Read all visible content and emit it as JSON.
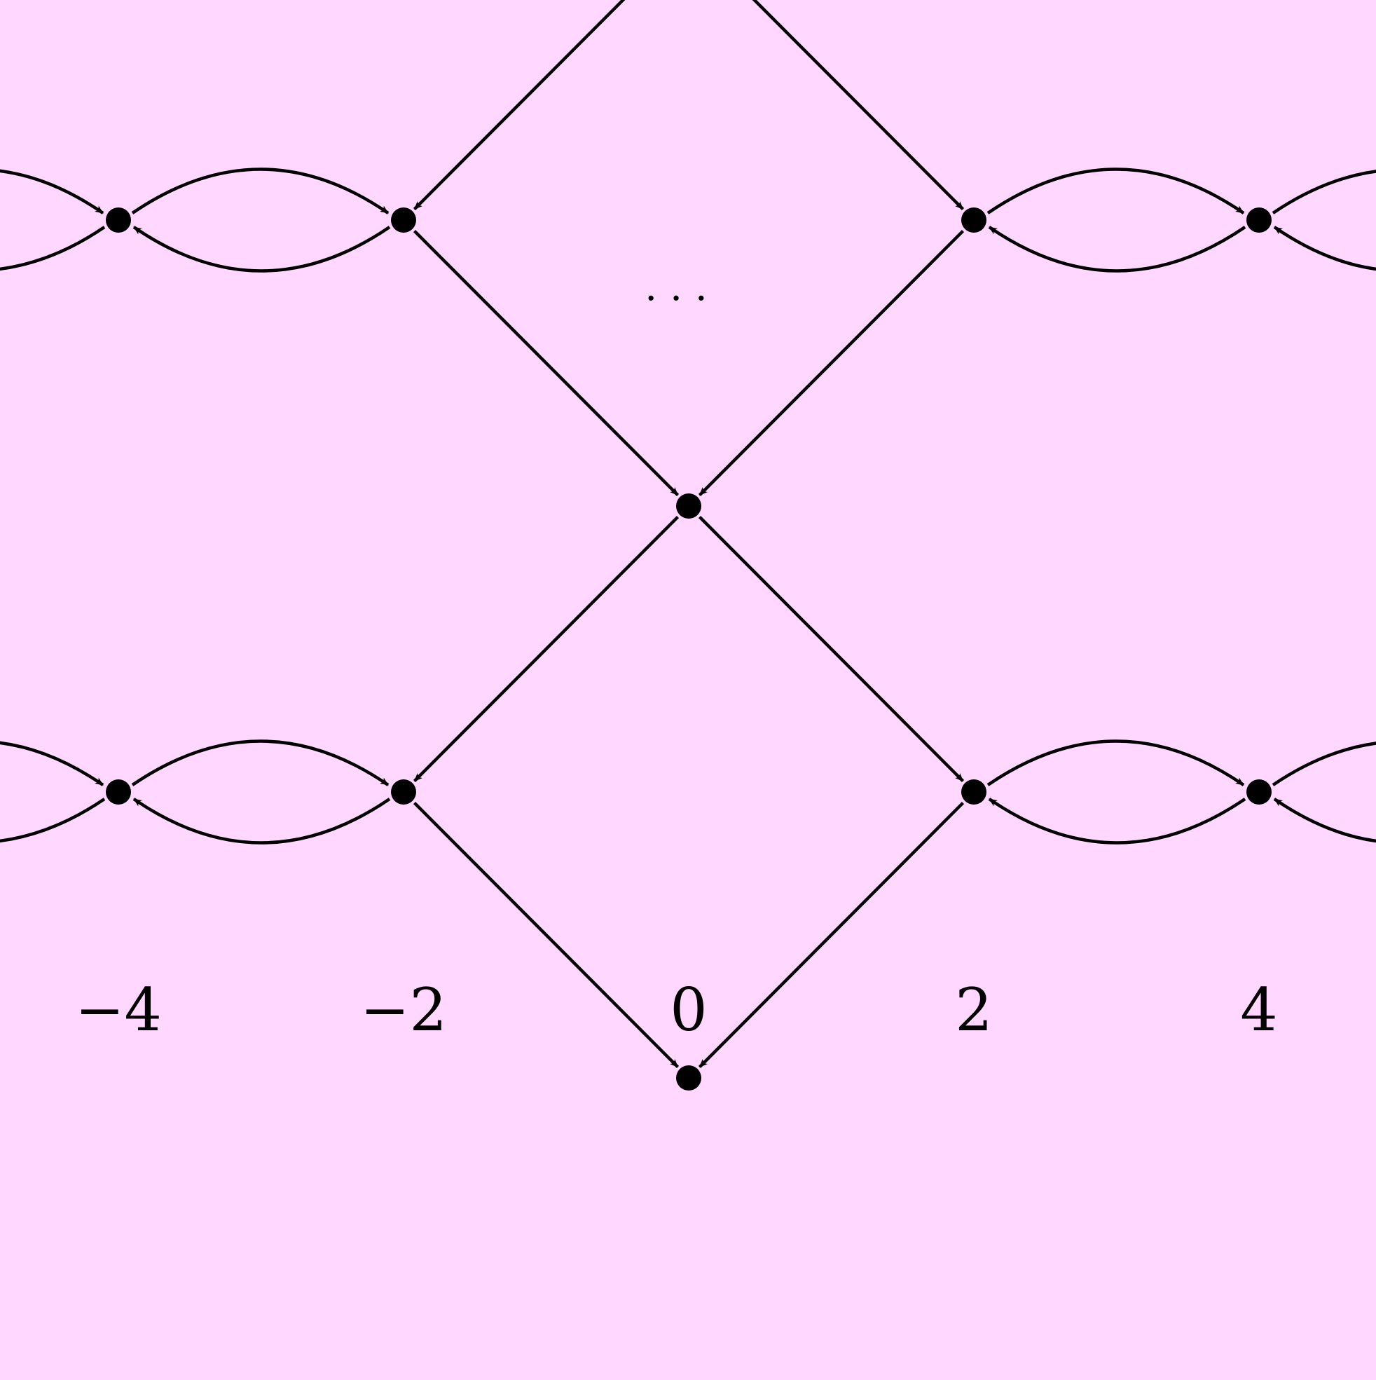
{
  "background": "#FFD7FF",
  "ink": "#000000",
  "ellipsis": "...",
  "axis_labels": [
    {
      "value": -4,
      "text": "−4"
    },
    {
      "value": -2,
      "text": "−2"
    },
    {
      "value": 0,
      "text": "0"
    },
    {
      "value": 2,
      "text": "2"
    },
    {
      "value": 4,
      "text": "4"
    }
  ],
  "nodes": [
    {
      "id": "n0_top",
      "col": 0,
      "level": 3
    },
    {
      "id": "nm2_up",
      "col": -2,
      "level": 2
    },
    {
      "id": "nm4_up",
      "col": -4,
      "level": 2
    },
    {
      "id": "n2_up",
      "col": 2,
      "level": 2
    },
    {
      "id": "n4_up",
      "col": 4,
      "level": 2
    },
    {
      "id": "n0_mid",
      "col": 0,
      "level": 1
    },
    {
      "id": "nm2_low",
      "col": -2,
      "level": 0
    },
    {
      "id": "nm4_low",
      "col": -4,
      "level": 0
    },
    {
      "id": "n2_low",
      "col": 2,
      "level": 0
    },
    {
      "id": "n4_low",
      "col": 4,
      "level": 0
    },
    {
      "id": "n0_bot",
      "col": 0,
      "level": -1
    }
  ],
  "straight_edges": [
    {
      "from": "n0_top",
      "to": "nm2_up"
    },
    {
      "from": "n0_top",
      "to": "n2_up"
    },
    {
      "from": "nm2_up",
      "to": "n0_mid"
    },
    {
      "from": "n2_up",
      "to": "n0_mid"
    },
    {
      "from": "n0_mid",
      "to": "nm2_low"
    },
    {
      "from": "n0_mid",
      "to": "n2_low"
    },
    {
      "from": "nm2_low",
      "to": "n0_bot"
    },
    {
      "from": "n2_low",
      "to": "n0_bot"
    }
  ],
  "curved_edges": [
    {
      "from": "nm4_up",
      "to": "nm2_up",
      "bend": "up"
    },
    {
      "from": "nm2_up",
      "to": "nm4_up",
      "bend": "down"
    },
    {
      "from": "n2_up",
      "to": "n4_up",
      "bend": "up"
    },
    {
      "from": "n4_up",
      "to": "n2_up",
      "bend": "down"
    },
    {
      "from": "nm4_low",
      "to": "nm2_low",
      "bend": "up"
    },
    {
      "from": "nm2_low",
      "to": "nm4_low",
      "bend": "down"
    },
    {
      "from": "n2_low",
      "to": "n4_low",
      "bend": "up"
    },
    {
      "from": "n4_low",
      "to": "n2_low",
      "bend": "down"
    }
  ],
  "offscreen_edges": [
    {
      "node": "nm4_up",
      "side": "left"
    },
    {
      "node": "n4_up",
      "side": "right"
    },
    {
      "node": "nm4_low",
      "side": "left"
    },
    {
      "node": "n4_low",
      "side": "right"
    }
  ]
}
